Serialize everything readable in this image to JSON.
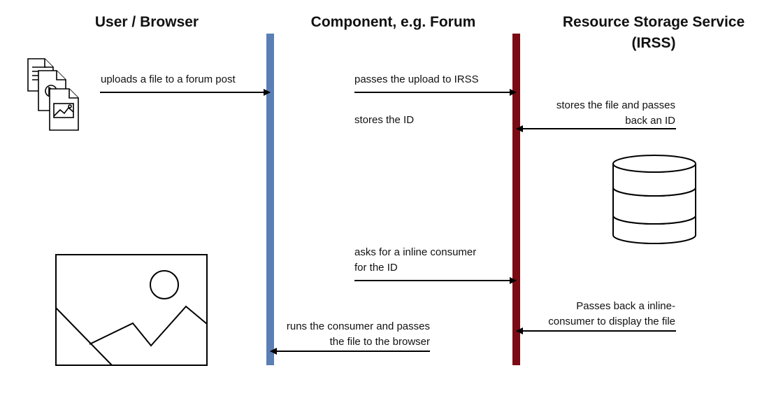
{
  "columns": {
    "user": "User / Browser",
    "component": "Component, e.g. Forum",
    "irss_line1": "Resource Storage Service",
    "irss_line2": "(IRSS)"
  },
  "colors": {
    "component_lifeline": "#5b7fb5",
    "irss_lifeline": "#7a0a14",
    "stroke": "#000000"
  },
  "icons": {
    "files": "documents-stack-icon",
    "database": "database-icon",
    "image": "image-placeholder-icon"
  },
  "messages": [
    {
      "id": "m1",
      "from": "user",
      "to": "component",
      "lines": [
        "uploads a file to a forum post"
      ]
    },
    {
      "id": "m2",
      "from": "component",
      "to": "irss",
      "lines": [
        "passes the upload to IRSS"
      ]
    },
    {
      "id": "m3",
      "from": "irss",
      "to": "component",
      "lines": [
        "stores the file and passes",
        "back an ID"
      ]
    },
    {
      "id": "m4",
      "from": "component",
      "to": "component",
      "lines": [
        "stores the ID"
      ]
    },
    {
      "id": "m5",
      "from": "component",
      "to": "irss",
      "lines": [
        "asks for a inline consumer",
        "for the ID"
      ]
    },
    {
      "id": "m6",
      "from": "irss",
      "to": "component",
      "lines": [
        "Passes back a inline-",
        "consumer to display the file"
      ]
    },
    {
      "id": "m7",
      "from": "component",
      "to": "user",
      "lines": [
        "runs the consumer and passes",
        "the file to the browser"
      ]
    }
  ]
}
